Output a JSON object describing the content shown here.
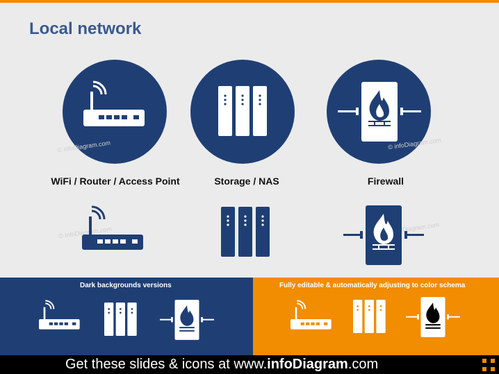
{
  "title": "Local network",
  "labels": {
    "router": "WiFi / Router / Access Point",
    "storage": "Storage / NAS",
    "firewall": "Firewall"
  },
  "watermark": "© infoDiagram.com",
  "panels": {
    "dark_title": "Dark backgrounds  versions",
    "orange_title": "Fully editable & automatically adjusting to color schema"
  },
  "footer": {
    "prefix": "Get these slides & icons at www.",
    "brand": "infoDiagram",
    "suffix": ".com"
  },
  "icons": [
    "router-icon",
    "storage-icon",
    "firewall-icon"
  ],
  "colors": {
    "navy": "#1f3f74",
    "orange": "#f28c00",
    "background": "#ebebeb"
  }
}
